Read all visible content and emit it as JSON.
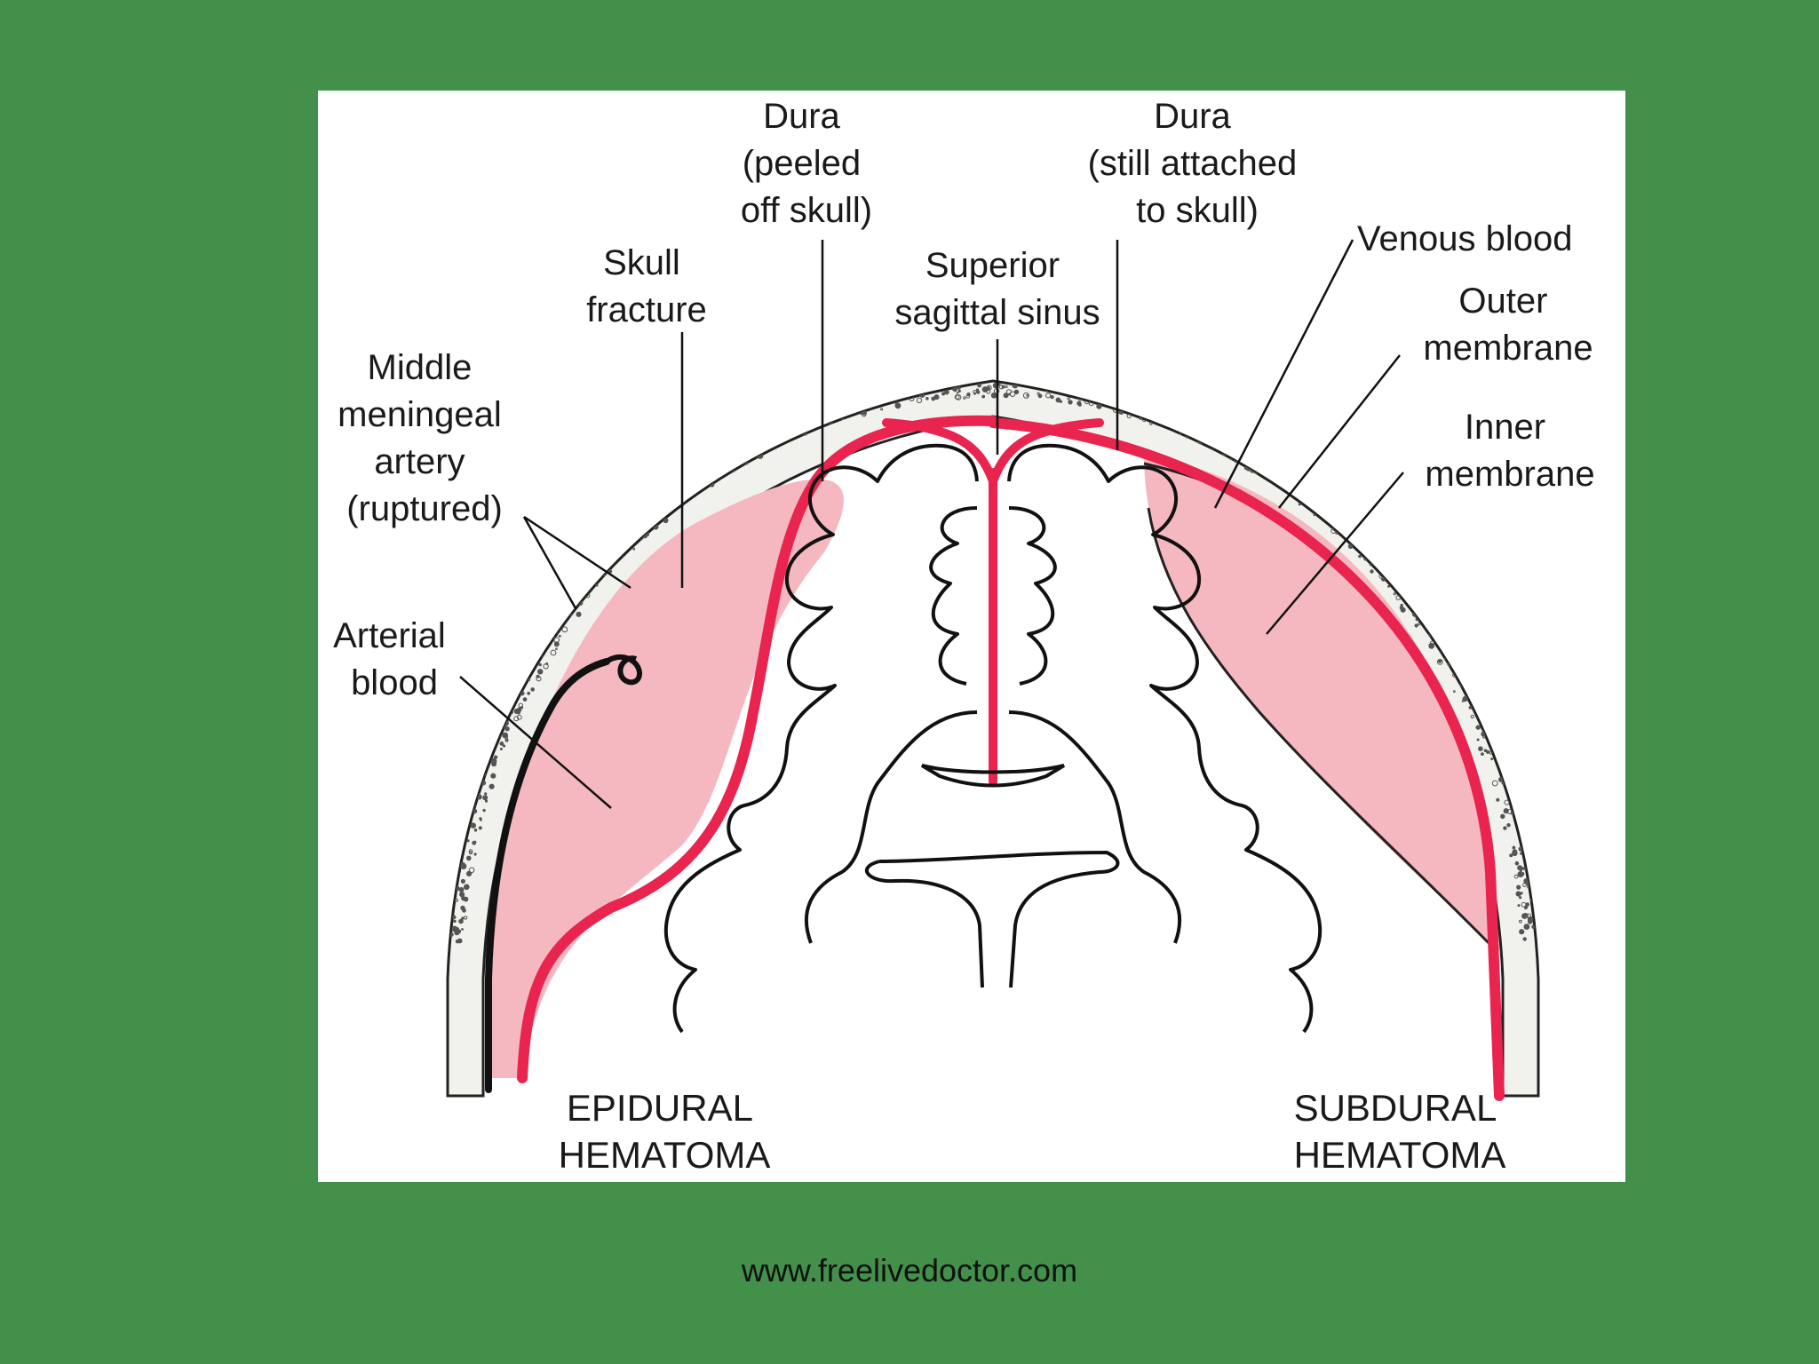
{
  "labels": {
    "dura_peeled": [
      "Dura",
      "(peeled",
      "off skull)"
    ],
    "dura_attached": [
      "Dura",
      "(still attached",
      "to skull)"
    ],
    "venous_blood": "Venous blood",
    "outer_membrane": [
      "Outer",
      "membrane"
    ],
    "inner_membrane": [
      "Inner",
      "membrane"
    ],
    "skull_fracture": [
      "Skull",
      "fracture"
    ],
    "superior_sagittal_sinus": [
      "Superior",
      "sagittal sinus"
    ],
    "middle_meningeal_artery": [
      "Middle",
      "meningeal",
      "artery",
      "(ruptured)"
    ],
    "arterial_blood": [
      "Arterial",
      "blood"
    ],
    "epidural_hematoma": [
      "EPIDURAL",
      "HEMATOMA"
    ],
    "subdural_hematoma": [
      "SUBDURAL",
      "HEMATOMA"
    ]
  },
  "footer": {
    "url": "www.freelivedoctor.com"
  },
  "colors": {
    "background": "#43904b",
    "panel": "#ffffff",
    "blood": "#f6b8c0",
    "dura_red": "#e8244f",
    "line": "#111111"
  }
}
